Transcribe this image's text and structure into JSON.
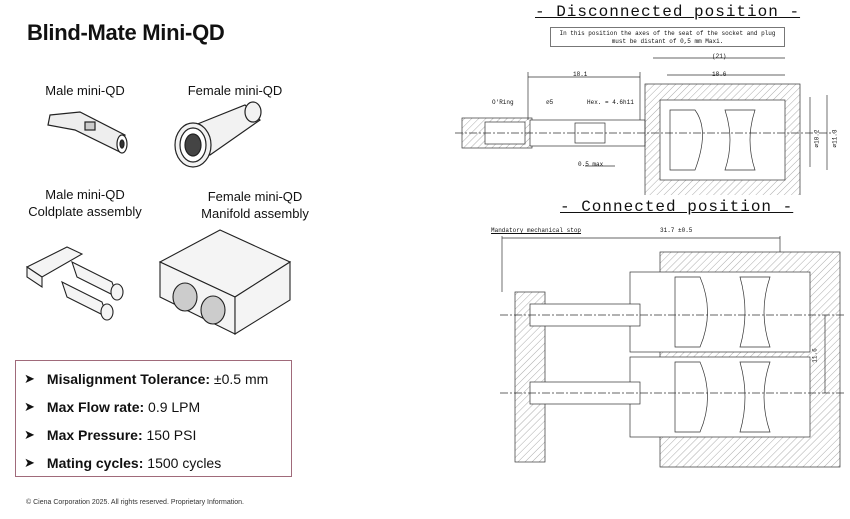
{
  "title": "Blind-Mate Mini-QD",
  "products": {
    "male": "Male mini-QD",
    "female": "Female mini-QD",
    "male_assembly": [
      "Male mini-QD",
      "Coldplate assembly"
    ],
    "female_assembly": [
      "Female mini-QD",
      "Manifold assembly"
    ]
  },
  "specs": [
    {
      "label": "Misalignment Tolerance:",
      "value": "±0.5 mm"
    },
    {
      "label": "Max Flow rate:",
      "value": "0.9 LPM"
    },
    {
      "label": "Max Pressure:",
      "value": "150 PSI"
    },
    {
      "label": "Mating cycles:",
      "value": "1500 cycles"
    }
  ],
  "footer": "© Ciena Corporation 2025. All rights reserved. Proprietary Information.",
  "disconnected": {
    "heading": "- Disconnected position -",
    "note": "In this position the axes of the seat of the socket and plug must be distant of 0,5 mm Maxi.",
    "dims": {
      "d21": "(21)",
      "d18_1": "18.1",
      "d18_6": "18.6",
      "oring": "O'Ring",
      "d5": "⌀5",
      "hex": "Hex. = 4.6h11",
      "max05": "0.5 max",
      "d10_2": "⌀10.2",
      "d11_3": "⌀11.3"
    }
  },
  "connected": {
    "heading": "- Connected position -",
    "stop": "Mandatory mechanical stop",
    "d31_7": "31.7 ±0.5",
    "d11_6": "11.6"
  }
}
